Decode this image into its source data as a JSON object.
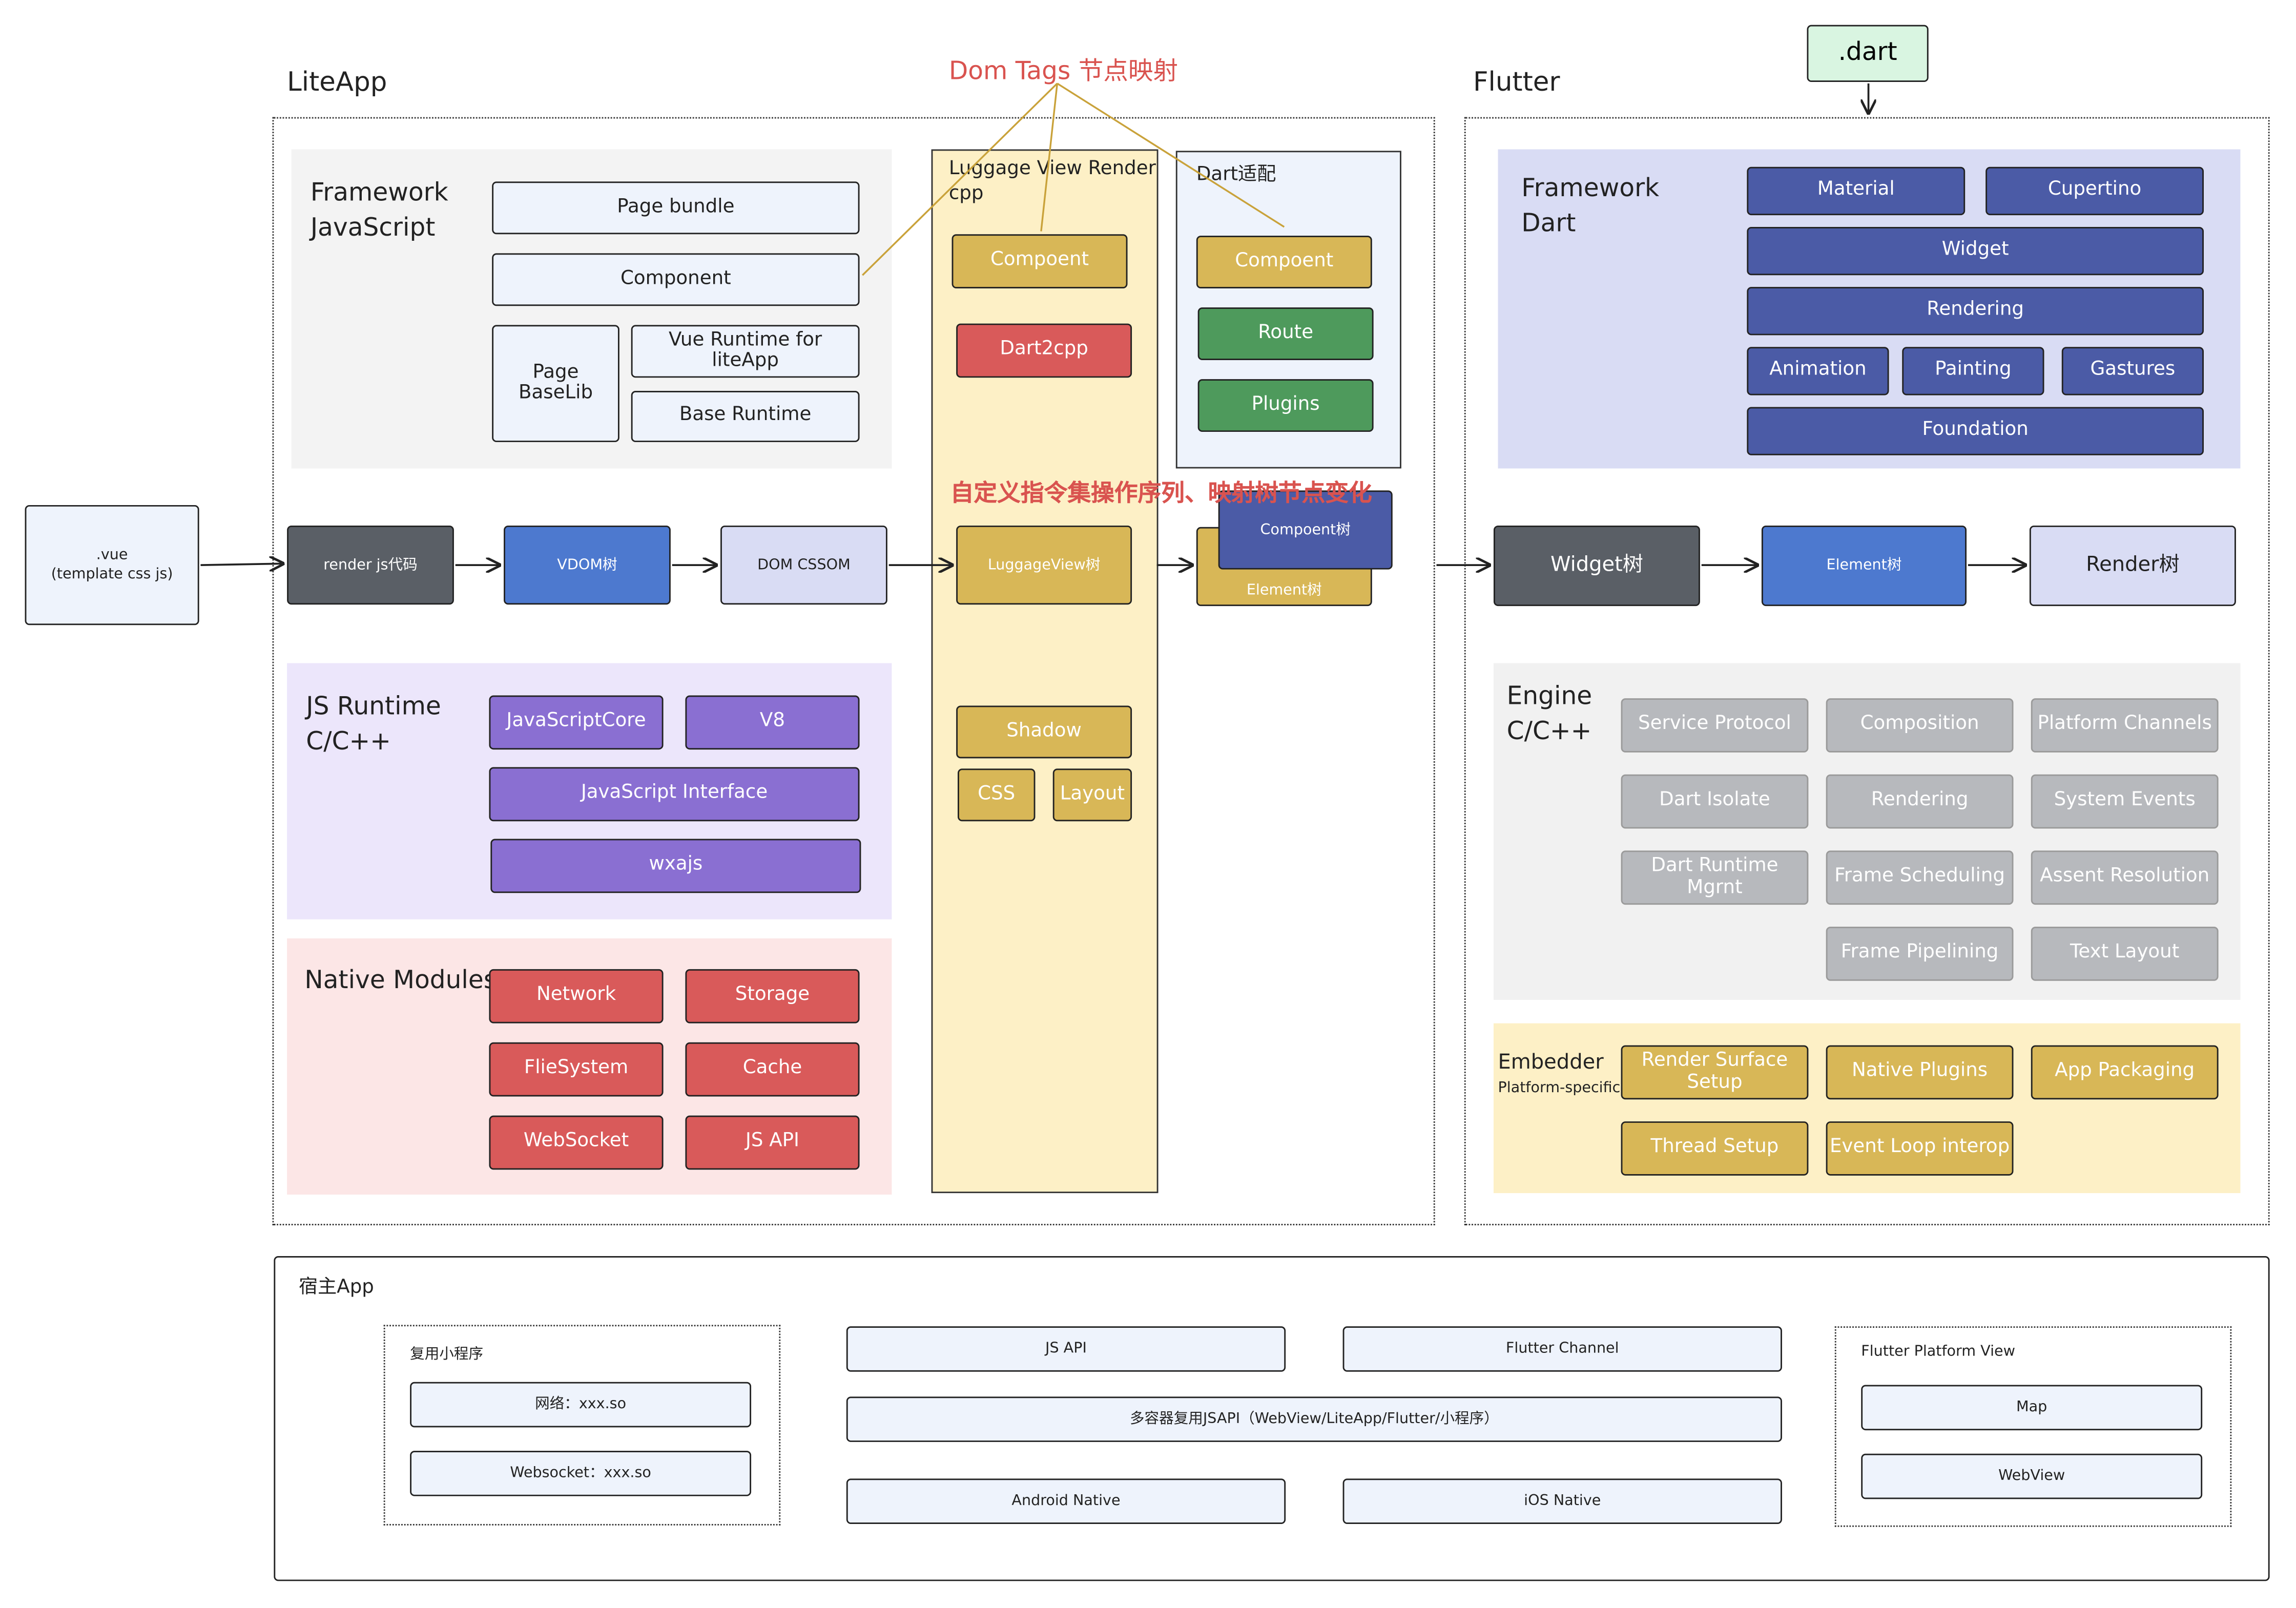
{
  "liteapp": {
    "title": "LiteApp",
    "framework": {
      "label": "Framework\nJavaScript",
      "page_bundle": "Page bundle",
      "component": "Component",
      "page_baselib": "Page BaseLib",
      "vue_runtime": "Vue Runtime for liteApp",
      "base_runtime": "Base Runtime"
    },
    "pipeline": {
      "vue_file": ".vue\n(template css js)",
      "render_js": "render js代码",
      "vdom": "VDOM树",
      "dom_cssom": "DOM CSSOM"
    },
    "js_runtime": {
      "label": "JS Runtime\nC/C++",
      "javascriptcore": "JavaScriptCore",
      "v8": "V8",
      "js_interface": "JavaScript Interface",
      "wxajs": "wxajs"
    },
    "native_modules": {
      "label": "Native Modules",
      "network": "Network",
      "storage": "Storage",
      "filesystem": "FlieSystem",
      "cache": "Cache",
      "websocket": "WebSocket",
      "jsapi": "JS API"
    }
  },
  "annotations": {
    "dom_tags": "Dom Tags 节点映射",
    "custom_instructions": "自定义指令集操作序列、映射树节点变化"
  },
  "luggage": {
    "title": "Luggage View Render\ncpp",
    "compoent": "Compoent",
    "dart2cpp": "Dart2cpp",
    "luggageview_tree": "LuggageView树",
    "shadow": "Shadow",
    "css": "CSS",
    "layout": "Layout"
  },
  "dart_adapt": {
    "title": "Dart适配",
    "compoent": "Compoent",
    "route": "Route",
    "plugins": "Plugins",
    "compoent_tree": "Compoent树",
    "element_tree": "Element树"
  },
  "flutter": {
    "title": "Flutter",
    "dart_file": ".dart",
    "framework": {
      "label": "Framework\nDart",
      "material": "Material",
      "cupertino": "Cupertino",
      "widget": "Widget",
      "rendering": "Rendering",
      "animation": "Animation",
      "painting": "Painting",
      "gastures": "Gastures",
      "foundation": "Foundation"
    },
    "trees": {
      "widget": "Widget树",
      "element": "Element树",
      "render": "Render树"
    },
    "engine": {
      "label": "Engine\nC/C++",
      "items": [
        "Service Protocol",
        "Composition",
        "Platform Channels",
        "Dart Isolate",
        "Rendering",
        "System Events",
        "Dart Runtime Mgrnt",
        "Frame Scheduling",
        "Assent Resolution",
        "Frame Pipelining",
        "Text Layout"
      ]
    },
    "embedder": {
      "label": "Embedder",
      "sublabel": "Platform-specific",
      "items": [
        "Render Surface Setup",
        "Native Plugins",
        "App Packaging",
        "Thread Setup",
        "Event Loop interop"
      ]
    }
  },
  "host": {
    "title": "宿主App",
    "reuse_title": "复用小程序",
    "reuse_network": "网络：xxx.so",
    "reuse_websocket": "Websocket：xxx.so",
    "jsapi": "JS API",
    "flutter_channel": "Flutter Channel",
    "multi_container": "多容器复用JSAPI（WebView/LiteApp/Flutter/小程序）",
    "android_native": "Android Native",
    "ios_native": "iOS Native",
    "platform_view_title": "Flutter Platform View",
    "map": "Map",
    "webview": "WebView"
  },
  "colors": {
    "navy": "#4b5ba6",
    "purple": "#8a6fd2",
    "red": "#d95a5a",
    "gold": "#d8b757",
    "green": "#4e9a5c",
    "gray": "#b7b9bd",
    "annotation": "#d9534f",
    "line_gold": "#c9a23a"
  }
}
